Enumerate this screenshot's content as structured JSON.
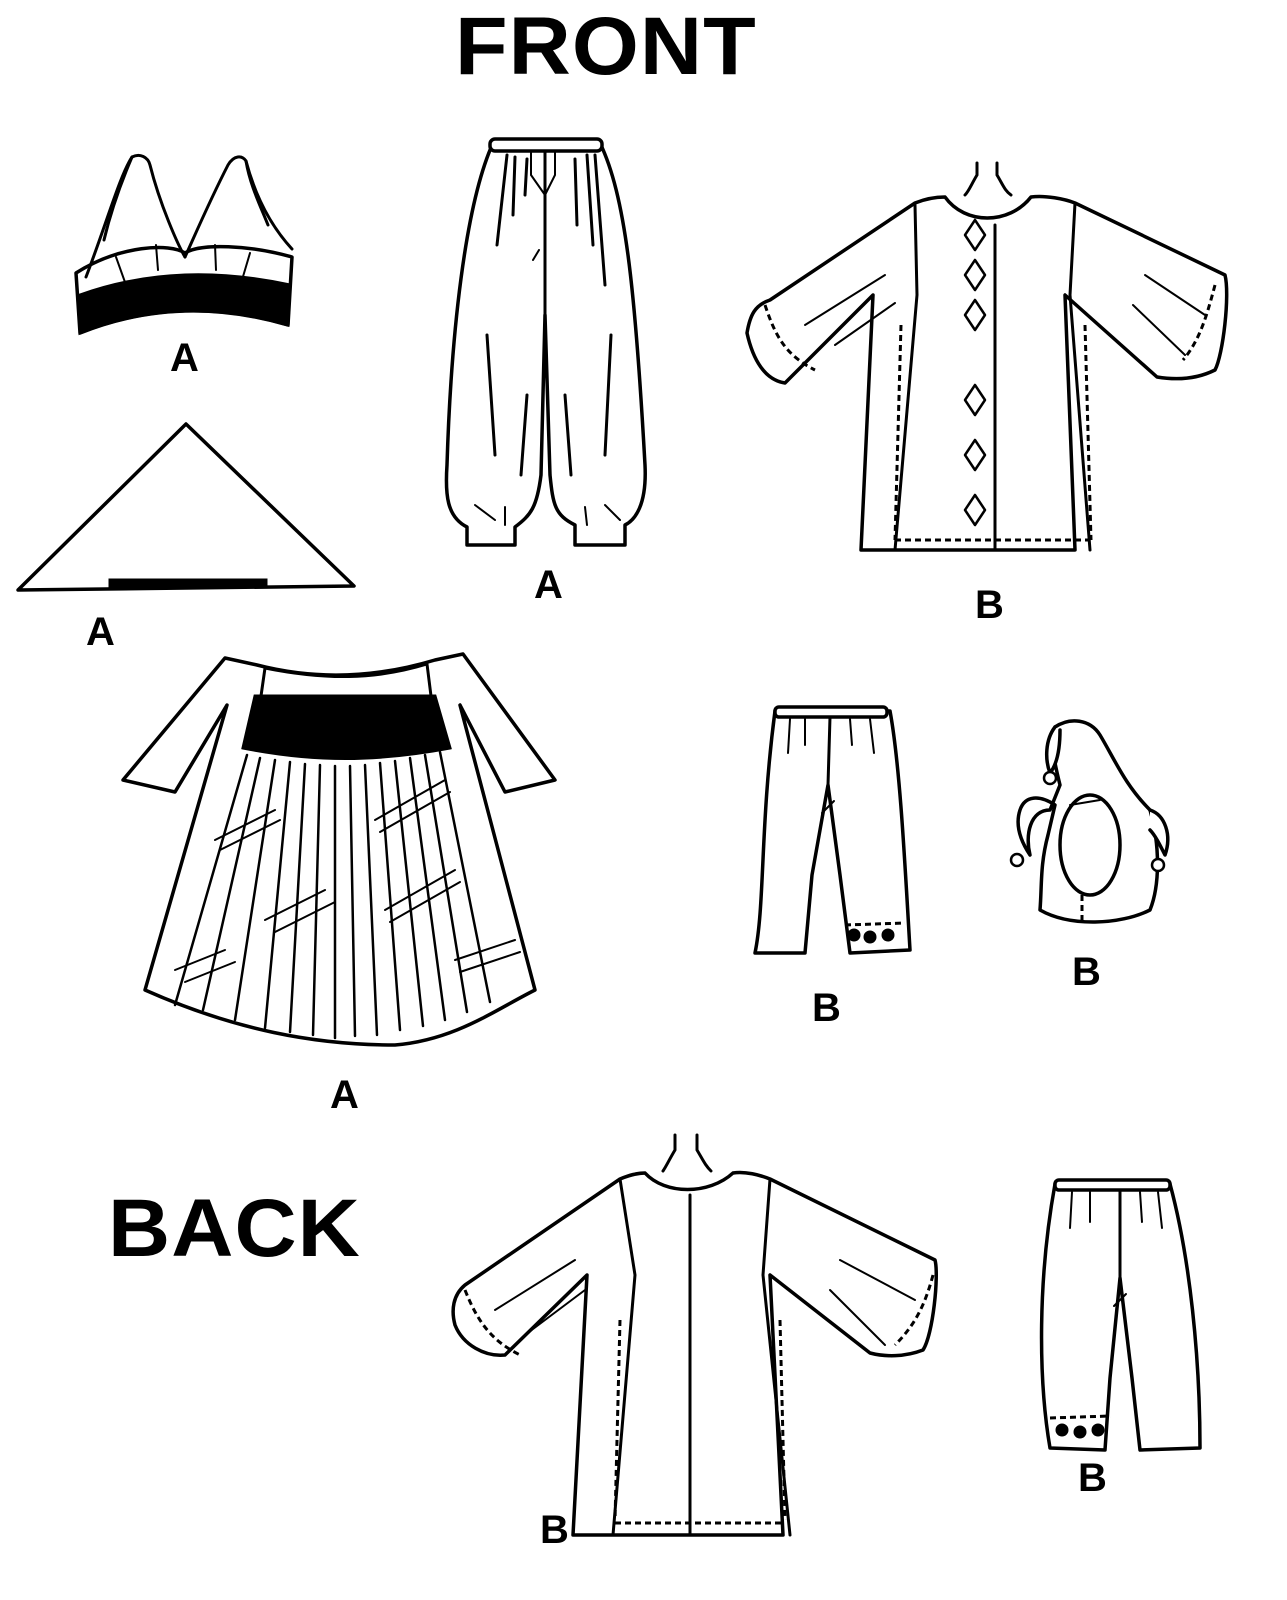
{
  "page": {
    "background": "#ffffff",
    "ink_color": "#000000"
  },
  "headings": {
    "front": "FRONT",
    "back": "BACK"
  },
  "front": {
    "views": [
      {
        "id": "bra-top",
        "view_label": "A",
        "description": "bra top with beaded band"
      },
      {
        "id": "triangle-scarf",
        "view_label": "A",
        "description": "triangle hip scarf"
      },
      {
        "id": "harem-pants",
        "view_label": "A",
        "description": "harem pants with gathered cuffs"
      },
      {
        "id": "tunic-front",
        "view_label": "B",
        "description": "tunic with bell sleeves and diamond appliques"
      },
      {
        "id": "sheer-skirt",
        "view_label": "A",
        "description": "sheer overskirt with yoke"
      },
      {
        "id": "capri-pants",
        "view_label": "B",
        "description": "pants with pompom trim cuff"
      },
      {
        "id": "jester-hat",
        "view_label": "B",
        "description": "jester hood with bells"
      }
    ]
  },
  "back": {
    "views": [
      {
        "id": "tunic-back",
        "view_label": "B",
        "description": "tunic back with bell sleeves"
      },
      {
        "id": "pants-back",
        "view_label": "B",
        "description": "pants back with pompom trim cuff"
      }
    ]
  }
}
